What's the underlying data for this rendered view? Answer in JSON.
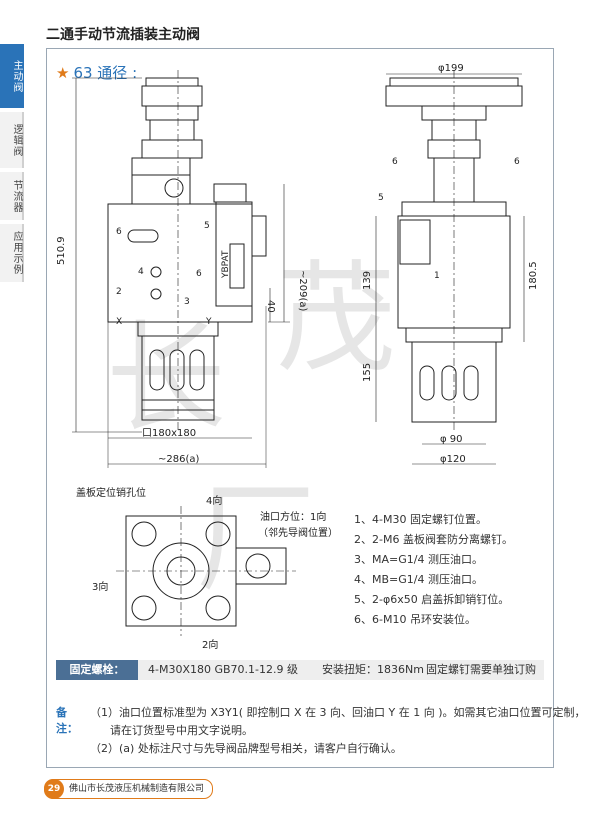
{
  "header": {
    "title": "二通手动节流插装主动阀"
  },
  "sidebar": {
    "tabs": [
      {
        "label": "主动阀"
      },
      {
        "label": "逻辑阀"
      },
      {
        "label": "节流器"
      },
      {
        "label": "应用示例"
      }
    ]
  },
  "section": {
    "title": "63 通径 :"
  },
  "dims": {
    "phi199": "φ199",
    "h510": "510.9",
    "h209": "~209(a)",
    "d40": "40",
    "h139": "139",
    "h180": "180.5",
    "h155": "155",
    "sq180": "口180x180",
    "w286": "~286(a)",
    "phi90": "φ 90",
    "phi120": "φ120"
  },
  "labels": {
    "n1": "1",
    "n2": "2",
    "n3": "3",
    "n4": "4",
    "n5": "5",
    "n6": "6",
    "x": "X",
    "y": "Y",
    "brand": "YBPAT",
    "pin_pos": "盖板定位销孔位",
    "dir4": "4向",
    "dir3": "3向",
    "dir2": "2向",
    "oil_port": "油口方位：1向",
    "oil_port2": "（邻先导阀位置）"
  },
  "notes": [
    "1、4-M30 固定螺钉位置。",
    "2、2-M6 盖板阀套防分离螺钉。",
    "3、MA=G1/4 测压油口。",
    "4、MB=G1/4 测压油口。",
    "5、2-φ6x50 启盖拆卸销钉位。",
    "6、6-M10 吊环安装位。"
  ],
  "spec": {
    "label": "固定螺栓：",
    "bolt": "4-M30X180 GB70.1-12.9 级",
    "torque": "安装扭矩：1836Nm",
    "order": "固定螺钉需要单独订购"
  },
  "remarks": {
    "label": "备注：",
    "r1a": "（1）油口位置标准型为 X3Y1( 即控制口 X 在 3 向、回油口 Y 在 1 向 )。如需其它油口位置可定制，",
    "r1b": "请在订货型号中用文字说明。",
    "r2": "（2）(a) 处标注尺寸与先导阀品牌型号相关，请客户自行确认。"
  },
  "footer": {
    "page": "29",
    "company": "佛山市长茂液压机械制造有限公司"
  }
}
